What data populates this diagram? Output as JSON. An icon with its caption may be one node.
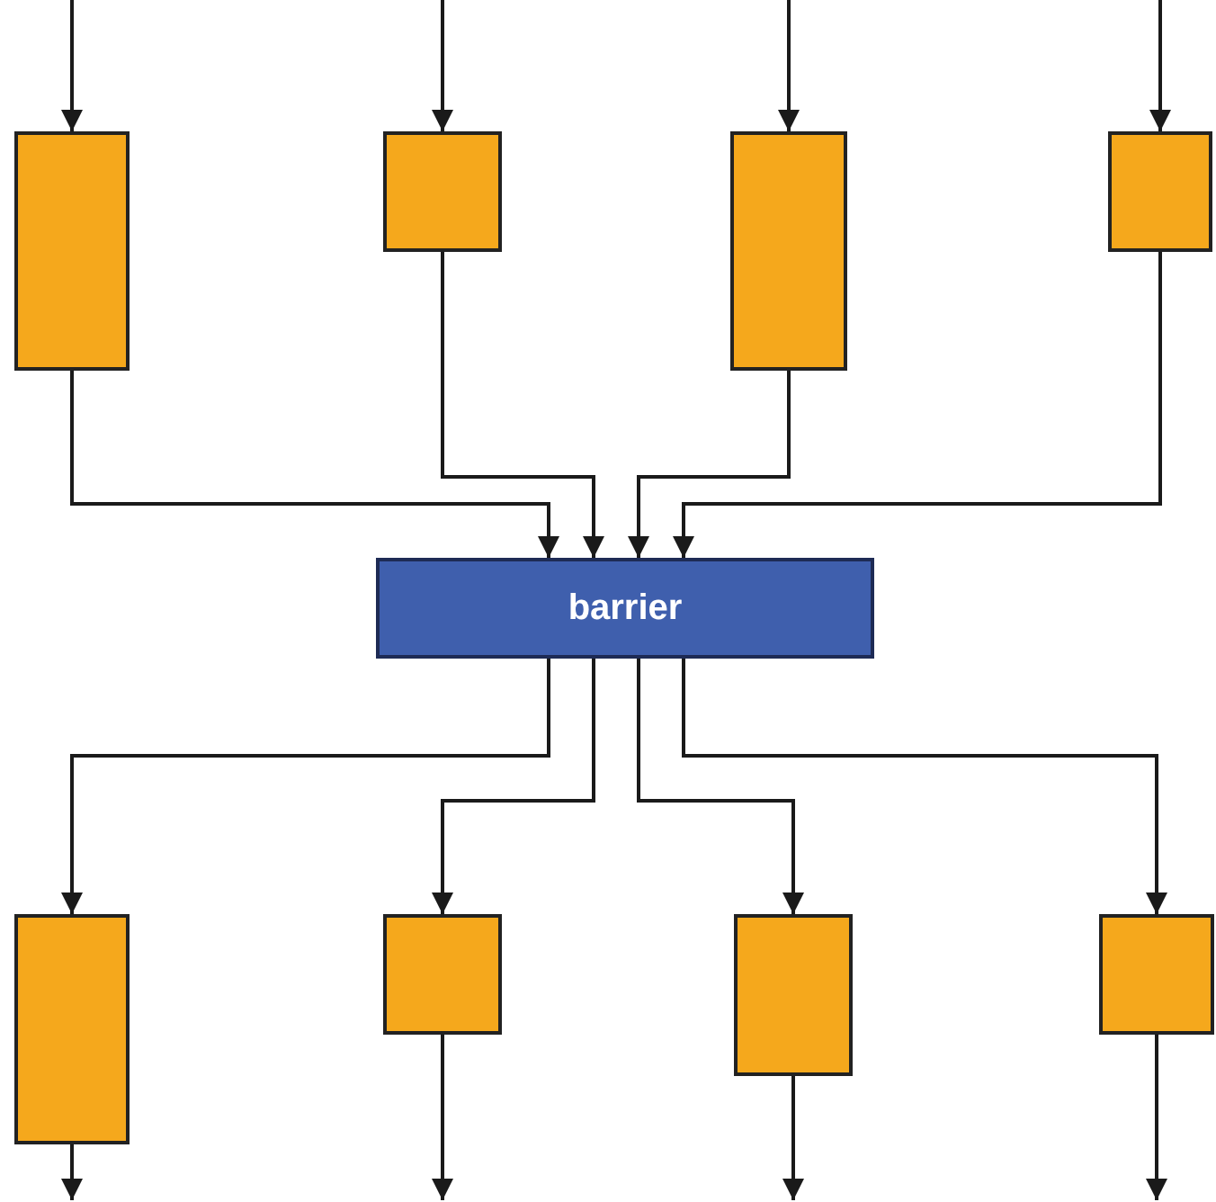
{
  "diagram": {
    "nodes": [
      {
        "text": [],
        "shape": "box"
      },
      {
        "text": [],
        "shape": "box"
      },
      {
        "text": [],
        "shape": "box"
      },
      {
        "text": [],
        "shape": "box"
      },
      {
        "text": [
          "barrier"
        ]
      },
      {
        "text": [],
        "shape": "box"
      },
      {
        "text": [],
        "shape": "box"
      },
      {
        "text": [],
        "shape": "box"
      },
      {
        "text": [],
        "shape": "box"
      }
    ],
    "edges": [
      {
        "from": null,
        "to": 0,
        "arrow": "to"
      },
      {
        "from": null,
        "to": 1,
        "arrow": "to"
      },
      {
        "from": null,
        "to": 2,
        "arrow": "to"
      },
      {
        "from": null,
        "to": 3,
        "arrow": "to"
      },
      {
        "from": 0,
        "to": 4,
        "arrow": "to"
      },
      {
        "from": 1,
        "to": 4,
        "arrow": "to"
      },
      {
        "from": 2,
        "to": 4,
        "arrow": "to"
      },
      {
        "from": 3,
        "to": 4,
        "arrow": "to"
      },
      {
        "from": 4,
        "to": 5,
        "arrow": "to"
      },
      {
        "from": 4,
        "to": 6,
        "arrow": "to"
      },
      {
        "from": 4,
        "to": 7,
        "arrow": "to"
      },
      {
        "from": 4,
        "to": 8,
        "arrow": "to"
      },
      {
        "from": 5,
        "to": null,
        "arrow": "to"
      },
      {
        "from": 6,
        "to": null,
        "arrow": "to"
      },
      {
        "from": 7,
        "to": null,
        "arrow": "to"
      },
      {
        "from": 8,
        "to": null,
        "arrow": "to"
      }
    ]
  }
}
